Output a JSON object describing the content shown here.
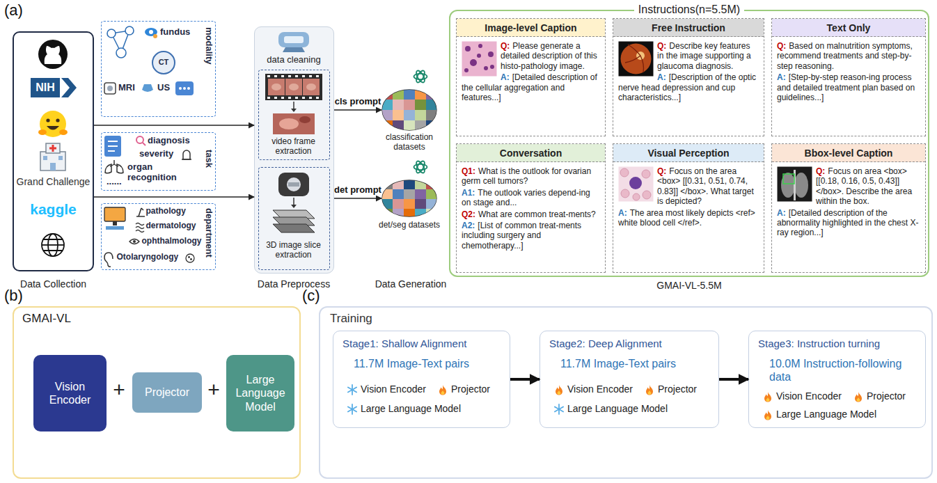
{
  "diagram": {
    "nodes": [
      {
        "text": [
          "NIH",
          "Grand Challenge",
          "kaggle",
          "Data Collection"
        ]
      },
      {
        "text": [
          "fundus",
          "CT",
          "MRI",
          "US",
          "modality"
        ]
      },
      {
        "text": [
          "diagnosis",
          "severity",
          "organ recognition",
          "......",
          "task"
        ]
      },
      {
        "text": [
          "pathology",
          "dermatology",
          "ophthalmology",
          "Otolaryngology",
          "department"
        ]
      },
      {
        "text": [
          "data cleaning",
          "Data Preprocess"
        ]
      },
      {
        "text": [
          "video frame extraction"
        ],
        "in": 4
      },
      {
        "text": [
          "3D image slice extraction"
        ],
        "in": 4
      },
      {
        "text": [
          "classification datasets"
        ]
      },
      {
        "text": [
          "det/seg datasets"
        ]
      },
      {
        "text": [
          "Instructions(n=5.5M)",
          "GMAI-VL-5.5M"
        ]
      },
      {
        "text": [
          "Image-level Caption",
          "Q:",
          "Please generate a detailed description of this histo-pathology image.",
          "A:",
          "[Detailed description of the cellular aggregation and features...]"
        ],
        "in": 9
      },
      {
        "text": [
          "Free Instruction",
          "Q:",
          "Describe key features in the image supporting a glaucoma diagnosis.",
          "A:",
          "[Description of the optic nerve head depression and cup characteristics...]"
        ],
        "in": 9
      },
      {
        "text": [
          "Text Only",
          "Q:",
          "Based on malnutrition symptoms, recommend treatments and step-by-step reasoning.",
          "A:",
          "[Step-by-step reason-ing process and detailed treatment plan based on guidelines...]"
        ],
        "in": 9
      },
      {
        "text": [
          "Conversation",
          "Q1:",
          "What is the outlook for ovarian germ cell tumors?",
          "A1:",
          "The outlook varies depend-ing on stage and...",
          "Q2:",
          "What are common treat-ments?",
          "A2:",
          "[List of common treat-ments including surgery and chemotherapy...]"
        ],
        "in": 9
      },
      {
        "text": [
          "Visual Perception",
          "Q:",
          "Focus on the area <box> [[0.31, 0.51, 0.74, 0.83]] </box>. What target is depicted?",
          "A:",
          "The area most likely depicts <ref> white blood cell </ref>."
        ],
        "in": 9
      },
      {
        "text": [
          "Bbox-level Caption",
          "Q:",
          "Focus on area <box>[[0.18, 0.16, 0.5, 0.43]]</box>. Describe the area within the box.",
          "A:",
          "[Detailed description of the abnormality highlighted in the chest X-ray region...]"
        ],
        "in": 9
      },
      {
        "text": [
          "GMAI-VL"
        ]
      },
      {
        "text": [
          "Vision Encoder"
        ],
        "in": 16
      },
      {
        "text": [
          "Projector"
        ],
        "in": 16
      },
      {
        "text": [
          "Large Language Model"
        ],
        "in": 16
      },
      {
        "text": [
          "Training"
        ]
      },
      {
        "text": [
          "Stage1: Shallow Alignment",
          "11.7M Image-Text pairs",
          "Vision Encoder",
          "Projector",
          "Large Language Model"
        ],
        "in": 20
      },
      {
        "text": [
          "Stage2: Deep Alignment",
          "11.7M Image-Text pairs",
          "Vision Encoder",
          "Projector",
          "Large Language Model"
        ],
        "in": 20
      },
      {
        "text": [
          "Stage3: Instruction turning",
          "10.0M Instruction-following data",
          "Vision Encoder",
          "Projector",
          "Large Language Model"
        ],
        "in": 20
      }
    ],
    "edges": [
      {
        "from": 0,
        "to": 4,
        "arrow": "to"
      },
      {
        "from": 0,
        "to": 4,
        "arrow": "to"
      },
      {
        "from": 4,
        "to": 7,
        "arrow": "to",
        "label": "cls prompt"
      },
      {
        "from": 4,
        "to": 8,
        "arrow": "to",
        "label": "det prompt"
      },
      {
        "from": 21,
        "to": 22,
        "arrow": "to"
      },
      {
        "from": 22,
        "to": 23,
        "arrow": "to"
      }
    ],
    "labels": [
      "(a)",
      "Data Generation",
      "(b)",
      "+",
      "+",
      "(c)"
    ]
  }
}
